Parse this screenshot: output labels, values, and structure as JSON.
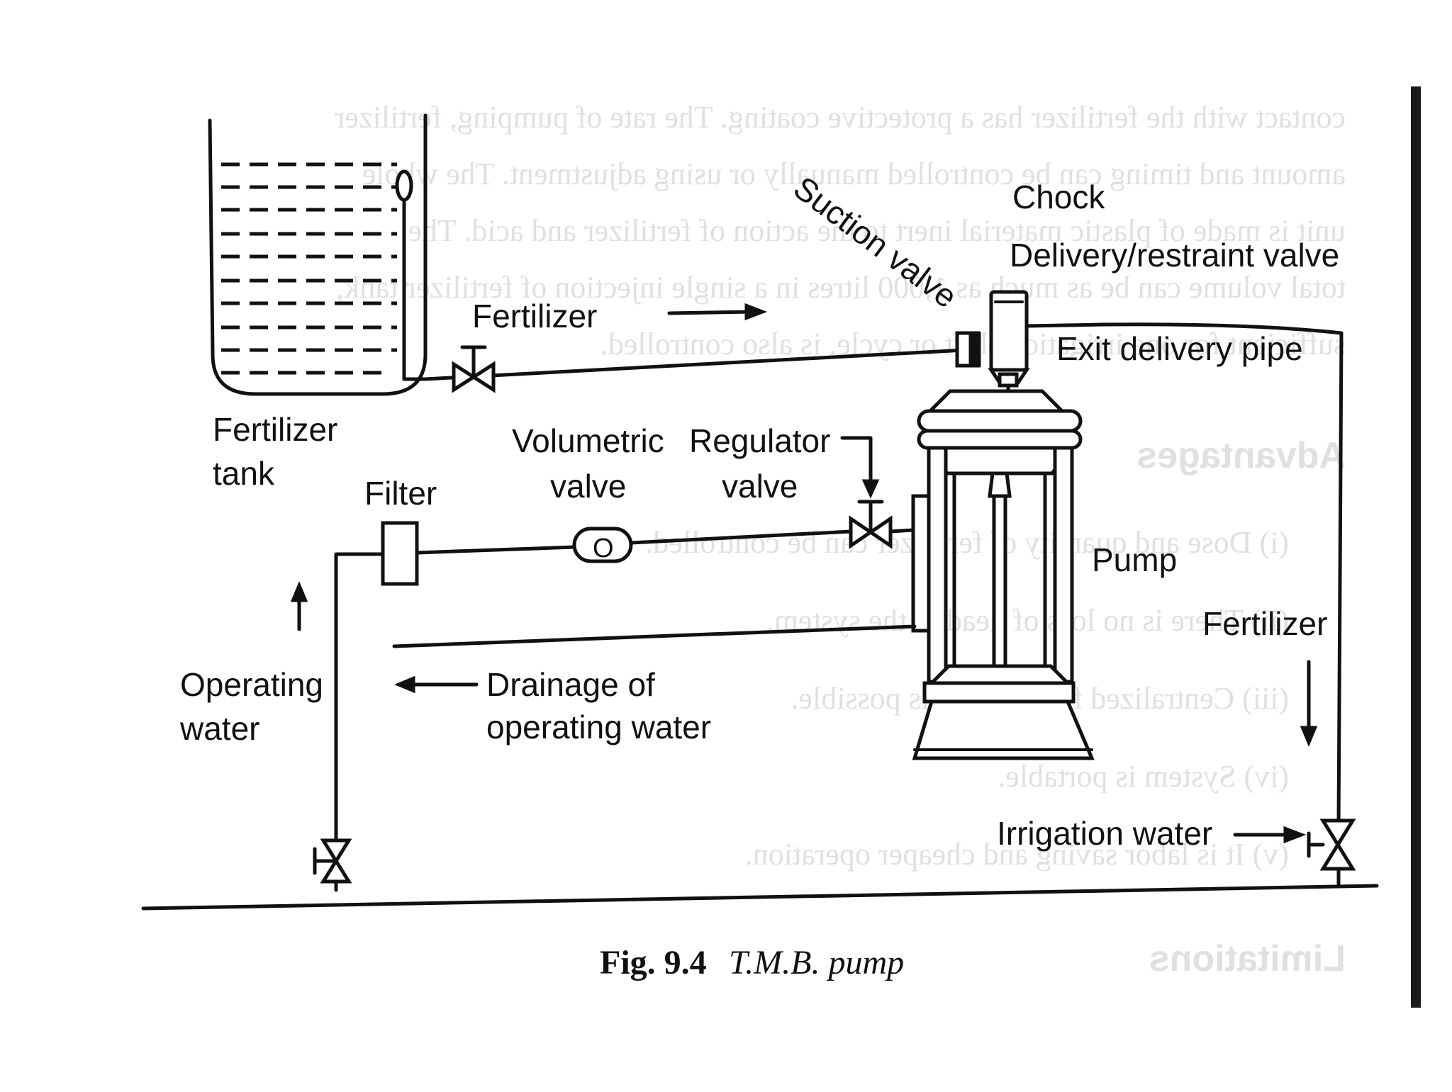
{
  "figure": {
    "caption_number": "Fig. 9.4",
    "caption_title": "T.M.B. pump"
  },
  "labels": {
    "fertilizer_tank": [
      "Fertilizer",
      "tank"
    ],
    "fertilizer_flow": "Fertilizer",
    "suction_valve": "Suction valve",
    "chock": "Chock",
    "delivery_valve": "Delivery/restraint valve",
    "exit_delivery_pipe": "Exit delivery pipe",
    "filter": "Filter",
    "volumetric_valve": [
      "Volumetric",
      "valve"
    ],
    "volumetric_symbol": "O",
    "regulator_valve": [
      "Regulator",
      "valve"
    ],
    "pump": "Pump",
    "fertilizer_down": "Fertilizer",
    "operating_water": [
      "Operating",
      "water"
    ],
    "drainage": [
      "Drainage of",
      "operating water"
    ],
    "irrigation_water": "Irrigation water"
  },
  "bleed_through_text": {
    "lines": [
      "contact with the fertilizer has a protective coating. The rate of pumping, fertilizer",
      "amount and timing can be controlled manually or using adjustment. The whole",
      "unit is made of plastic material inert to the action of fertilizer and acid. The",
      "total volume can be as much as 1,000 litres in a single injection of fertilizer tank,",
      "sufficient for one irrigation shift or cycle, is also controlled."
    ],
    "heading_advantages": "Advantages",
    "items": [
      "(i)   Dose and quantity of fertilizer can be controlled.",
      "(ii)  There is no loss of head in the system.",
      "(iii) Centralized fertilization is possible.",
      "(iv)  System is portable.",
      "(v)   It is labor saving and cheaper operation."
    ],
    "heading_limitations": "Limitations"
  }
}
